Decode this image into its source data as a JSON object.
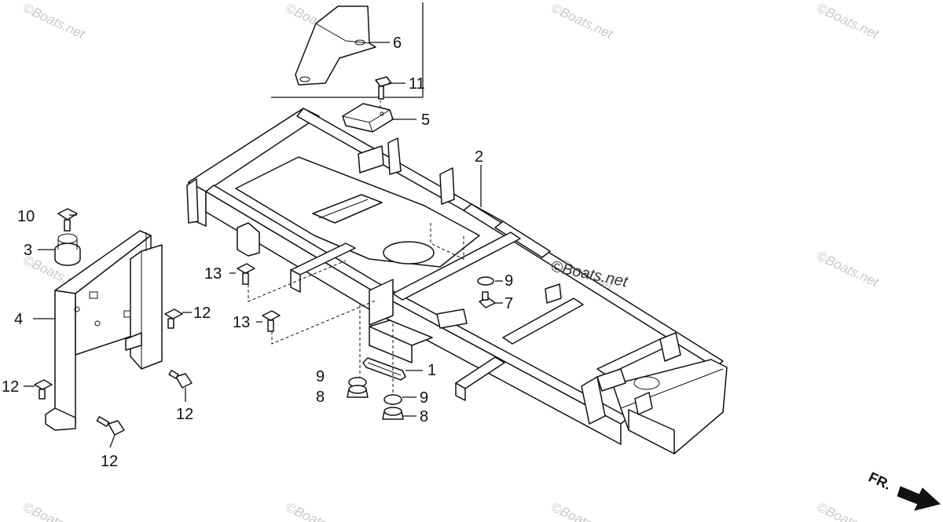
{
  "watermarks": [
    "©Boats.net",
    "©Boats.net",
    "©Boats.net",
    "©Boats.net",
    "©Boats.net",
    "©Boats.net",
    "©Boats.net",
    "©Boats.net",
    "©Boats.net",
    "©Boats.net",
    "©Boats.net",
    "©Boats.net"
  ],
  "center_watermark": "©Boats.net",
  "callouts": {
    "c1": "1",
    "c2": "2",
    "c3": "3",
    "c4": "4",
    "c5": "5",
    "c6": "6",
    "c7": "7",
    "c8a": "8",
    "c8b": "8",
    "c9a": "9",
    "c9b": "9",
    "c9c": "9",
    "c10": "10",
    "c11": "11",
    "c12a": "12",
    "c12b": "12",
    "c12c": "12",
    "c12d": "12",
    "c13a": "13",
    "c13b": "13"
  },
  "direction_label": "FR.",
  "colors": {
    "ink": "#111111",
    "watermark": "#c9c9c9",
    "background": "#ffffff"
  }
}
